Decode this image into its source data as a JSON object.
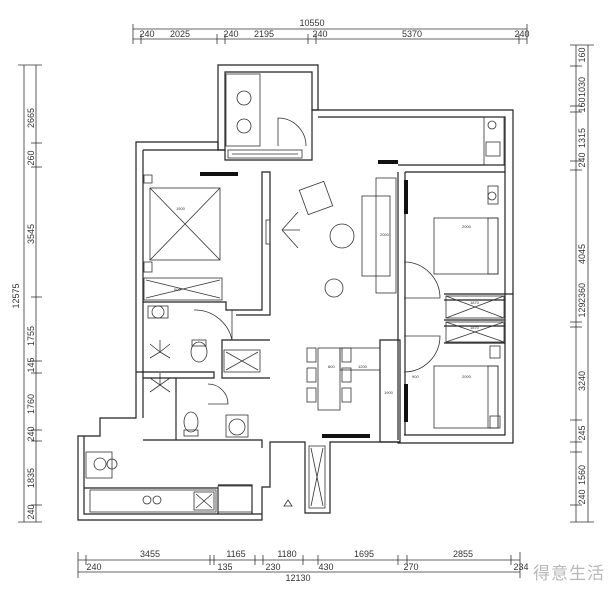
{
  "dimensions": {
    "top_total": "10550",
    "top": [
      "240",
      "2025",
      "240",
      "2195",
      "240",
      "5370",
      "240"
    ],
    "bottom_total": "12130",
    "bottom": [
      "240",
      "3455",
      "135",
      "1165",
      "230",
      "1180",
      "430",
      "1695",
      "270",
      "2855",
      "234"
    ],
    "left_total": "12575",
    "left": [
      "2665",
      "260",
      "3545",
      "1755",
      "145",
      "1760",
      "240",
      "1835",
      "240"
    ],
    "right": [
      "160",
      "1030",
      "160",
      "1315",
      "240",
      "4045",
      "129",
      "2360",
      "3240",
      "245",
      "1560",
      "240"
    ]
  },
  "furniture_labels": {
    "bed_left": "1500",
    "wardrobe_left": "600",
    "sofa": "2000",
    "bed_right_top": "2000",
    "bed_right_bottom": "2000",
    "table_a": "800",
    "table_b": "1200",
    "desk": "1900",
    "cabinet_a": "1870",
    "cabinet_b": "1870",
    "door_small": "900"
  },
  "watermark": "得意生活"
}
